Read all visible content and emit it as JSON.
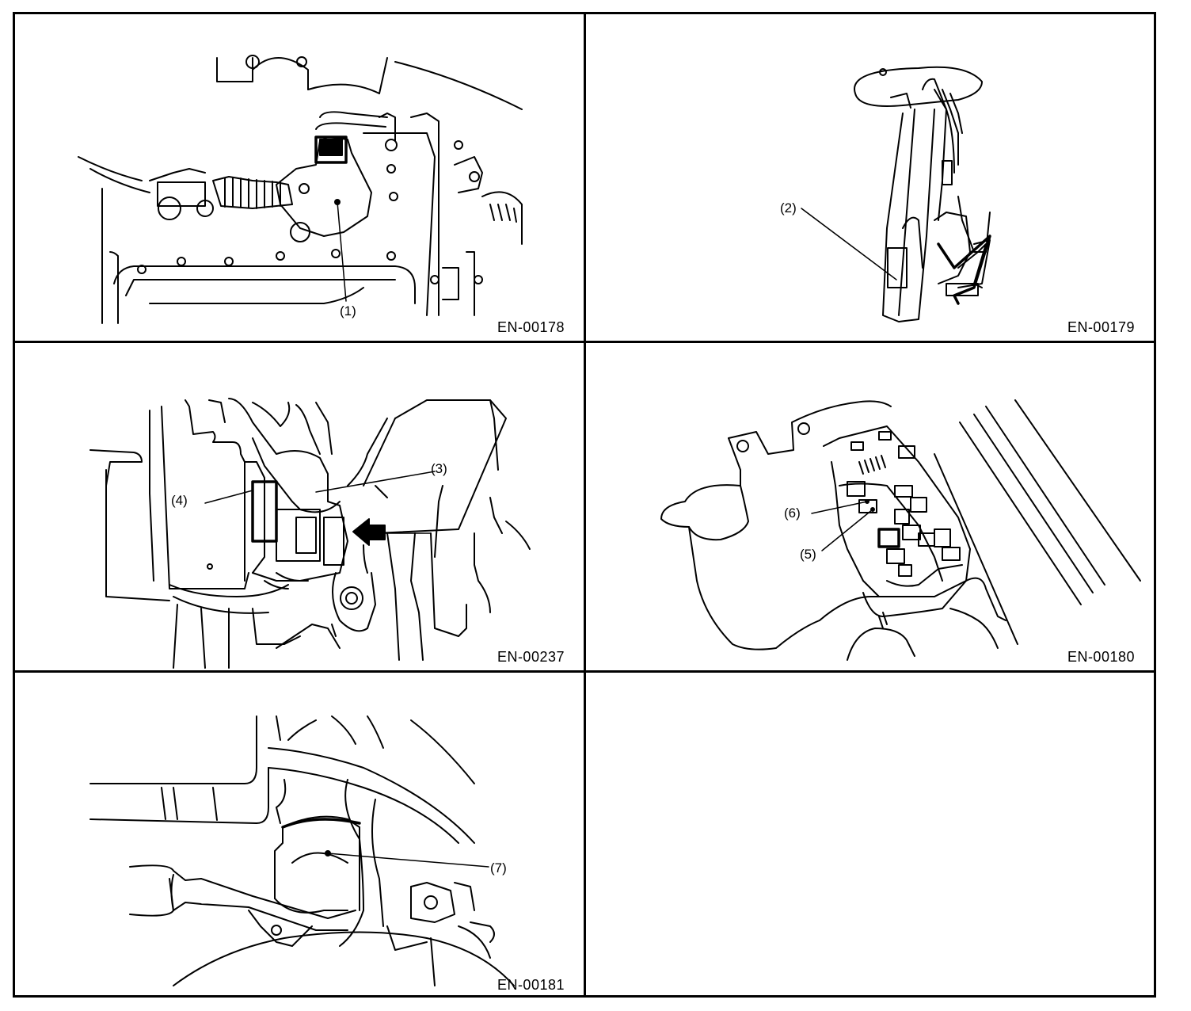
{
  "figures": [
    {
      "code": "EN-00178",
      "callouts": [
        "(1)"
      ]
    },
    {
      "code": "EN-00179",
      "callouts": [
        "(2)"
      ]
    },
    {
      "code": "EN-00237",
      "callouts": [
        "(3)",
        "(4)"
      ]
    },
    {
      "code": "EN-00180",
      "callouts": [
        "(6)",
        "(5)"
      ]
    },
    {
      "code": "EN-00181",
      "callouts": [
        "(7)"
      ]
    }
  ]
}
